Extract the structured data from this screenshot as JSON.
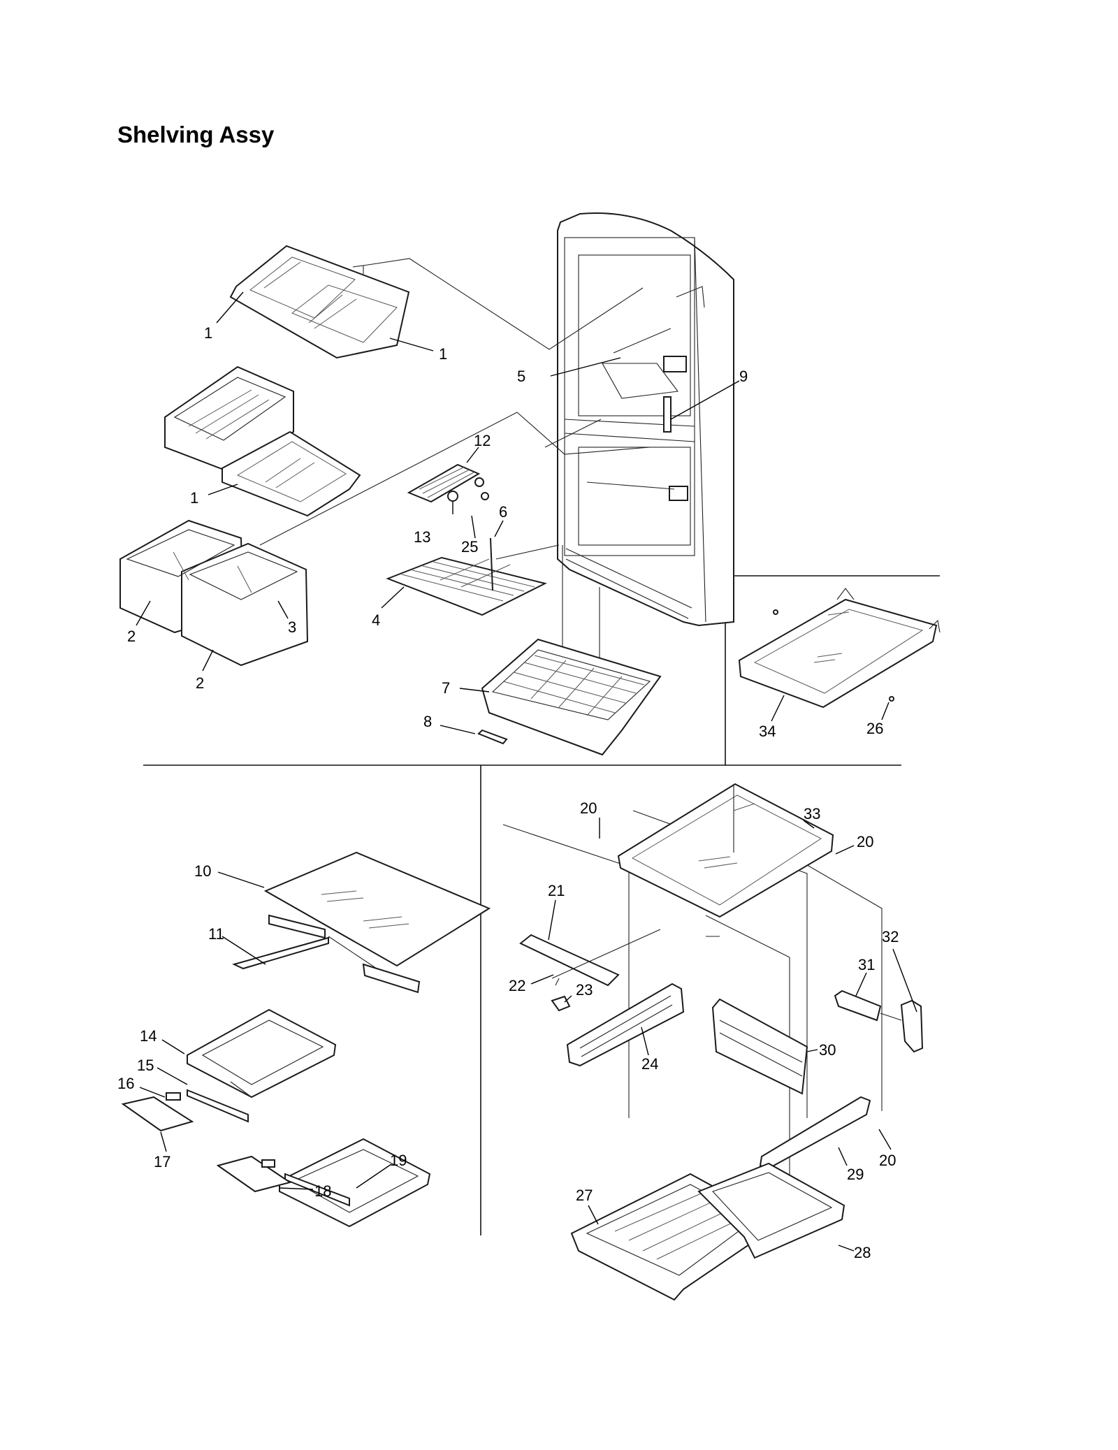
{
  "title": "Shelving Assy",
  "callouts": [
    {
      "id": "c1a",
      "text": "1"
    },
    {
      "id": "c1b",
      "text": "1"
    },
    {
      "id": "c1c",
      "text": "1"
    },
    {
      "id": "c2a",
      "text": "2"
    },
    {
      "id": "c2b",
      "text": "2"
    },
    {
      "id": "c3",
      "text": "3"
    },
    {
      "id": "c4",
      "text": "4"
    },
    {
      "id": "c5",
      "text": "5"
    },
    {
      "id": "c6",
      "text": "6"
    },
    {
      "id": "c7",
      "text": "7"
    },
    {
      "id": "c8",
      "text": "8"
    },
    {
      "id": "c9",
      "text": "9"
    },
    {
      "id": "c10",
      "text": "10"
    },
    {
      "id": "c11",
      "text": "11"
    },
    {
      "id": "c12",
      "text": "12"
    },
    {
      "id": "c13",
      "text": "13"
    },
    {
      "id": "c14",
      "text": "14"
    },
    {
      "id": "c15",
      "text": "15"
    },
    {
      "id": "c16",
      "text": "16"
    },
    {
      "id": "c17",
      "text": "17"
    },
    {
      "id": "c18",
      "text": "18"
    },
    {
      "id": "c19",
      "text": "19"
    },
    {
      "id": "c20a",
      "text": "20"
    },
    {
      "id": "c20b",
      "text": "20"
    },
    {
      "id": "c20c",
      "text": "20"
    },
    {
      "id": "c21",
      "text": "21"
    },
    {
      "id": "c22",
      "text": "22"
    },
    {
      "id": "c23",
      "text": "23"
    },
    {
      "id": "c24",
      "text": "24"
    },
    {
      "id": "c25",
      "text": "25"
    },
    {
      "id": "c26",
      "text": "26"
    },
    {
      "id": "c27",
      "text": "27"
    },
    {
      "id": "c28",
      "text": "28"
    },
    {
      "id": "c29",
      "text": "29"
    },
    {
      "id": "c30",
      "text": "30"
    },
    {
      "id": "c31",
      "text": "31"
    },
    {
      "id": "c32",
      "text": "32"
    },
    {
      "id": "c33",
      "text": "33"
    },
    {
      "id": "c34",
      "text": "34"
    }
  ]
}
